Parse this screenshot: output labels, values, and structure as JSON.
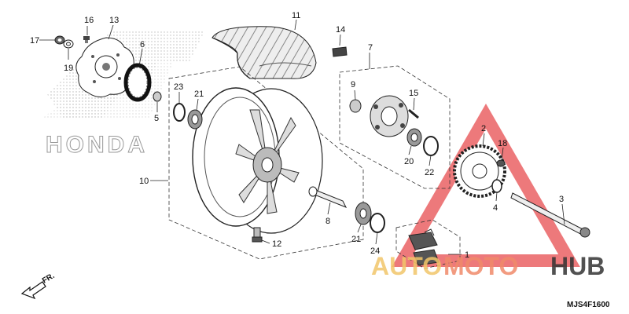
{
  "diagram_code": "MJS4F1600",
  "front_indicator": "FR.",
  "logo_text": "HONDA",
  "watermark": {
    "part1": "AUTO",
    "part2": "MOTO",
    "part3": "HUB",
    "colors": {
      "auto": "#f2c66a",
      "moto": "#f08a6a",
      "hub": "#333333",
      "triangle": "#e8585a"
    }
  },
  "part_numbers": [
    "1",
    "2",
    "3",
    "4",
    "5",
    "6",
    "7",
    "8",
    "9",
    "10",
    "11",
    "12",
    "13",
    "14",
    "15",
    "16",
    "17",
    "18",
    "19",
    "20",
    "21",
    "21",
    "22",
    "23",
    "24"
  ]
}
